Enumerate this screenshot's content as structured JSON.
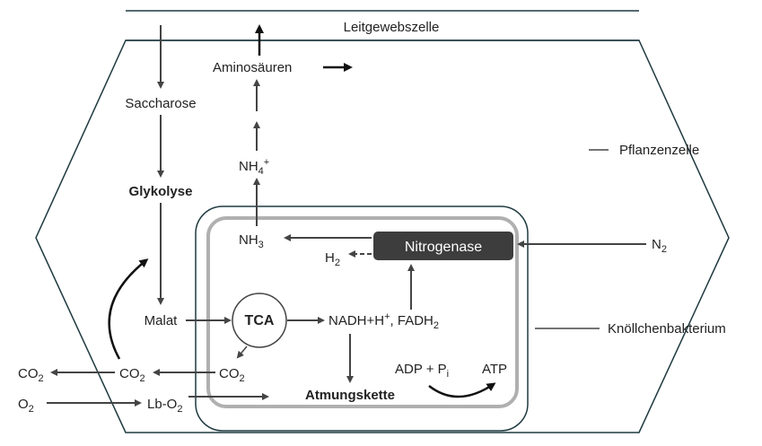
{
  "labels": {
    "leitgewebszelle": "Leitgewebszelle",
    "pflanzenzelle": "Pflanzenzelle",
    "knoellchenbakterium": "Knöllchenbakterium",
    "aminosaeuren": "Aminosäuren",
    "saccharose": "Saccharose",
    "glykolyse": "Glykolyse",
    "malat": "Malat",
    "tca": "TCA",
    "nitrogenase": "Nitrogenase",
    "nh4_main": "NH",
    "nh4_sub": "4",
    "nh4_sup": "+",
    "nh3_main": "NH",
    "nh3_sub": "3",
    "h2_main": "H",
    "h2_sub": "2",
    "n2_main": "N",
    "n2_sub": "2",
    "nadh_main": "NADH+H",
    "nadh_sup": "+",
    "fadh_main": ", FADH",
    "fadh_sub": "2",
    "atmungskette": "Atmungskette",
    "adp_main": "ADP + P",
    "adp_sub": "i",
    "atp": "ATP",
    "co2_main": "CO",
    "co2_sub": "2",
    "o2_main": "O",
    "o2_sub": "2",
    "lbo2_main": "Lb-O",
    "lbo2_sub": "2"
  },
  "colors": {
    "arrow": "#444444",
    "bold_arrow": "#111111",
    "outline": "#1f3a40",
    "membrane": "#b0b0b0",
    "nitrogenase_box": "#3d3d3d"
  }
}
